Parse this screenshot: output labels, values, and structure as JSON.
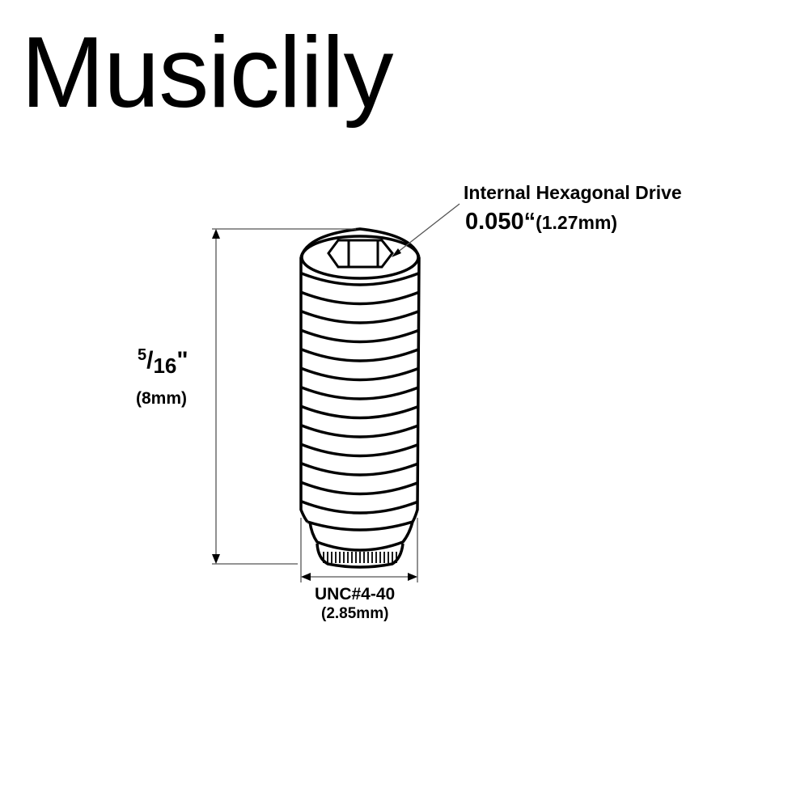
{
  "brand": "Musiclily",
  "drive": {
    "title": "Internal Hexagonal Drive",
    "inch": "0.050“",
    "mm": "(1.27mm)"
  },
  "length": {
    "numerator": "5",
    "slash": "/",
    "denominator": "16",
    "unit": "\"",
    "mm": "(8mm)"
  },
  "thread": {
    "size": "UNC#4-40",
    "mm": "(2.85mm)"
  },
  "colors": {
    "line": "#000000",
    "dim": "#555555"
  }
}
